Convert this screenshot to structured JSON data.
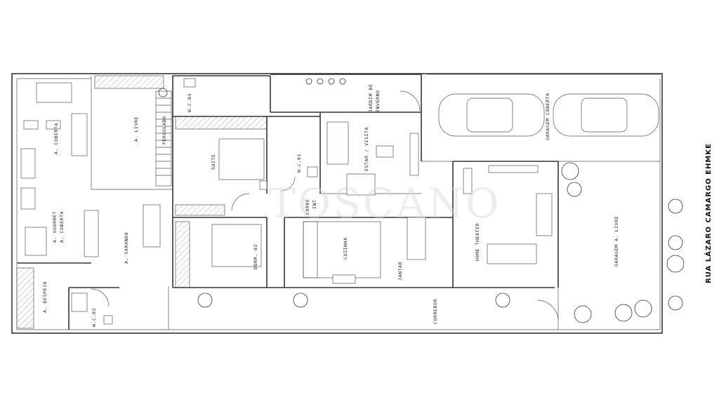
{
  "street": "RUA LÁZARO CAMARGO EHMKE",
  "watermark": "TOSCANO",
  "rooms": {
    "wc03": "W.C.03",
    "a_coberta": "A. COBERTA",
    "a_livre": "A. LIVRE",
    "pergolado": "PERGOLADO",
    "suite": "SUITE",
    "wc01": "W.C.01",
    "jardim_inverno_1": "JARDIM DE",
    "jardim_inverno_2": "INVERNO",
    "estar_visita": "ESTAR / VISITA",
    "garagem_coberta": "GARAGEM COBERTA",
    "a_gourmet_1": "A. GOURMET",
    "a_gourmet_2": "A. COBERTA",
    "a_varanda": "A. VARANDA",
    "corre_1": "CORRE",
    "corre_2": "INT",
    "dorm02": "DORM. 02",
    "cozinha": "COZINHA",
    "jantar": "JANTAR",
    "home_theater": "HOME THEATER",
    "garagem_livre": "GARAGEM A. LIVRE",
    "a_despejo": "A. DESPEJO",
    "wc02": "W.C.02",
    "corredor": "CORREDOR"
  }
}
